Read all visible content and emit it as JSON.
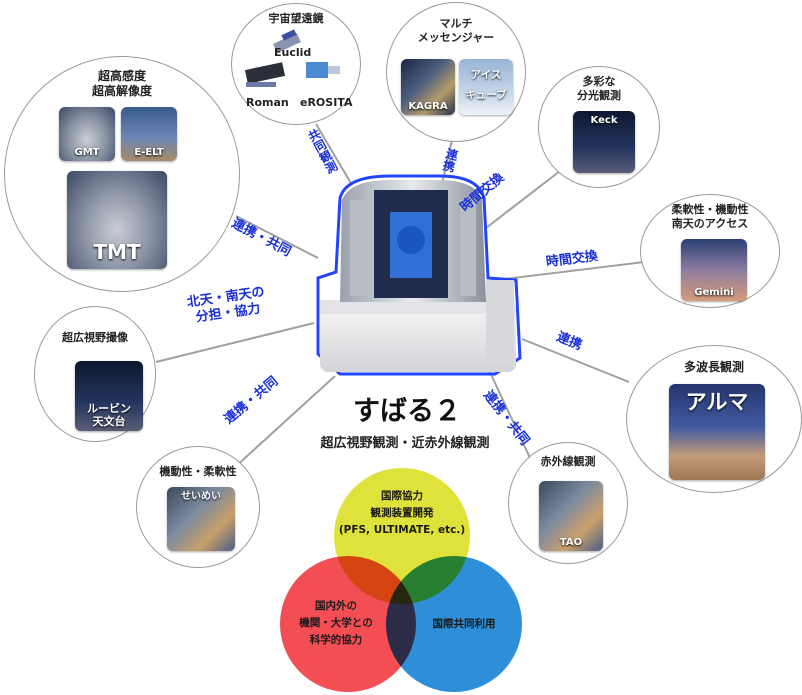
{
  "center": {
    "title": "すばる２",
    "subtitle": "超広視野観測・近赤外線観測"
  },
  "nodes": {
    "high_res": {
      "title": "超高感度\n超高解像度",
      "gmt": "GMT",
      "eelt": "E-ELT",
      "tmt": "TMT"
    },
    "space": {
      "title": "宇宙望遠鏡",
      "euclid": "Euclid",
      "roman": "Roman",
      "erosita": "eROSITA"
    },
    "multi": {
      "title": "マルチ\nメッセンジャー",
      "kagra": "KAGRA",
      "icecube": "アイス\nキューブ"
    },
    "spectro": {
      "title": "多彩な\n分光観測",
      "keck": "Keck"
    },
    "flex_south": {
      "title": "柔軟性・機動性\n南天のアクセス",
      "gemini": "Gemini"
    },
    "multi_wave": {
      "title": "多波長観測",
      "alma": "アルマ"
    },
    "ir": {
      "title": "赤外線観測",
      "tao": "TAO"
    },
    "mobility": {
      "title": "機動性・柔軟性",
      "seimei": "せいめい"
    },
    "wide": {
      "title": "超広視野撮像",
      "rubin": "ルービン\n天文台"
    }
  },
  "connectors": {
    "tmt": "連携・共同",
    "space": "共同観測",
    "multi": "連携",
    "keck": "時間交換",
    "gemini": "時間交換",
    "alma": "連携",
    "tao": "連携・共同",
    "seimei": "連携・共同",
    "rubin": "北天・南天の\n分担・協力"
  },
  "venn": {
    "top": "国際協力\n観測装置開発\n(PFS, ULTIMATE, etc.)",
    "left": "国内外の\n機関・大学との\n科学的協力",
    "right": "国際共同利用",
    "colors": {
      "top": "#dfe23a",
      "left": "#f44e55",
      "right": "#2e8fd8"
    }
  }
}
